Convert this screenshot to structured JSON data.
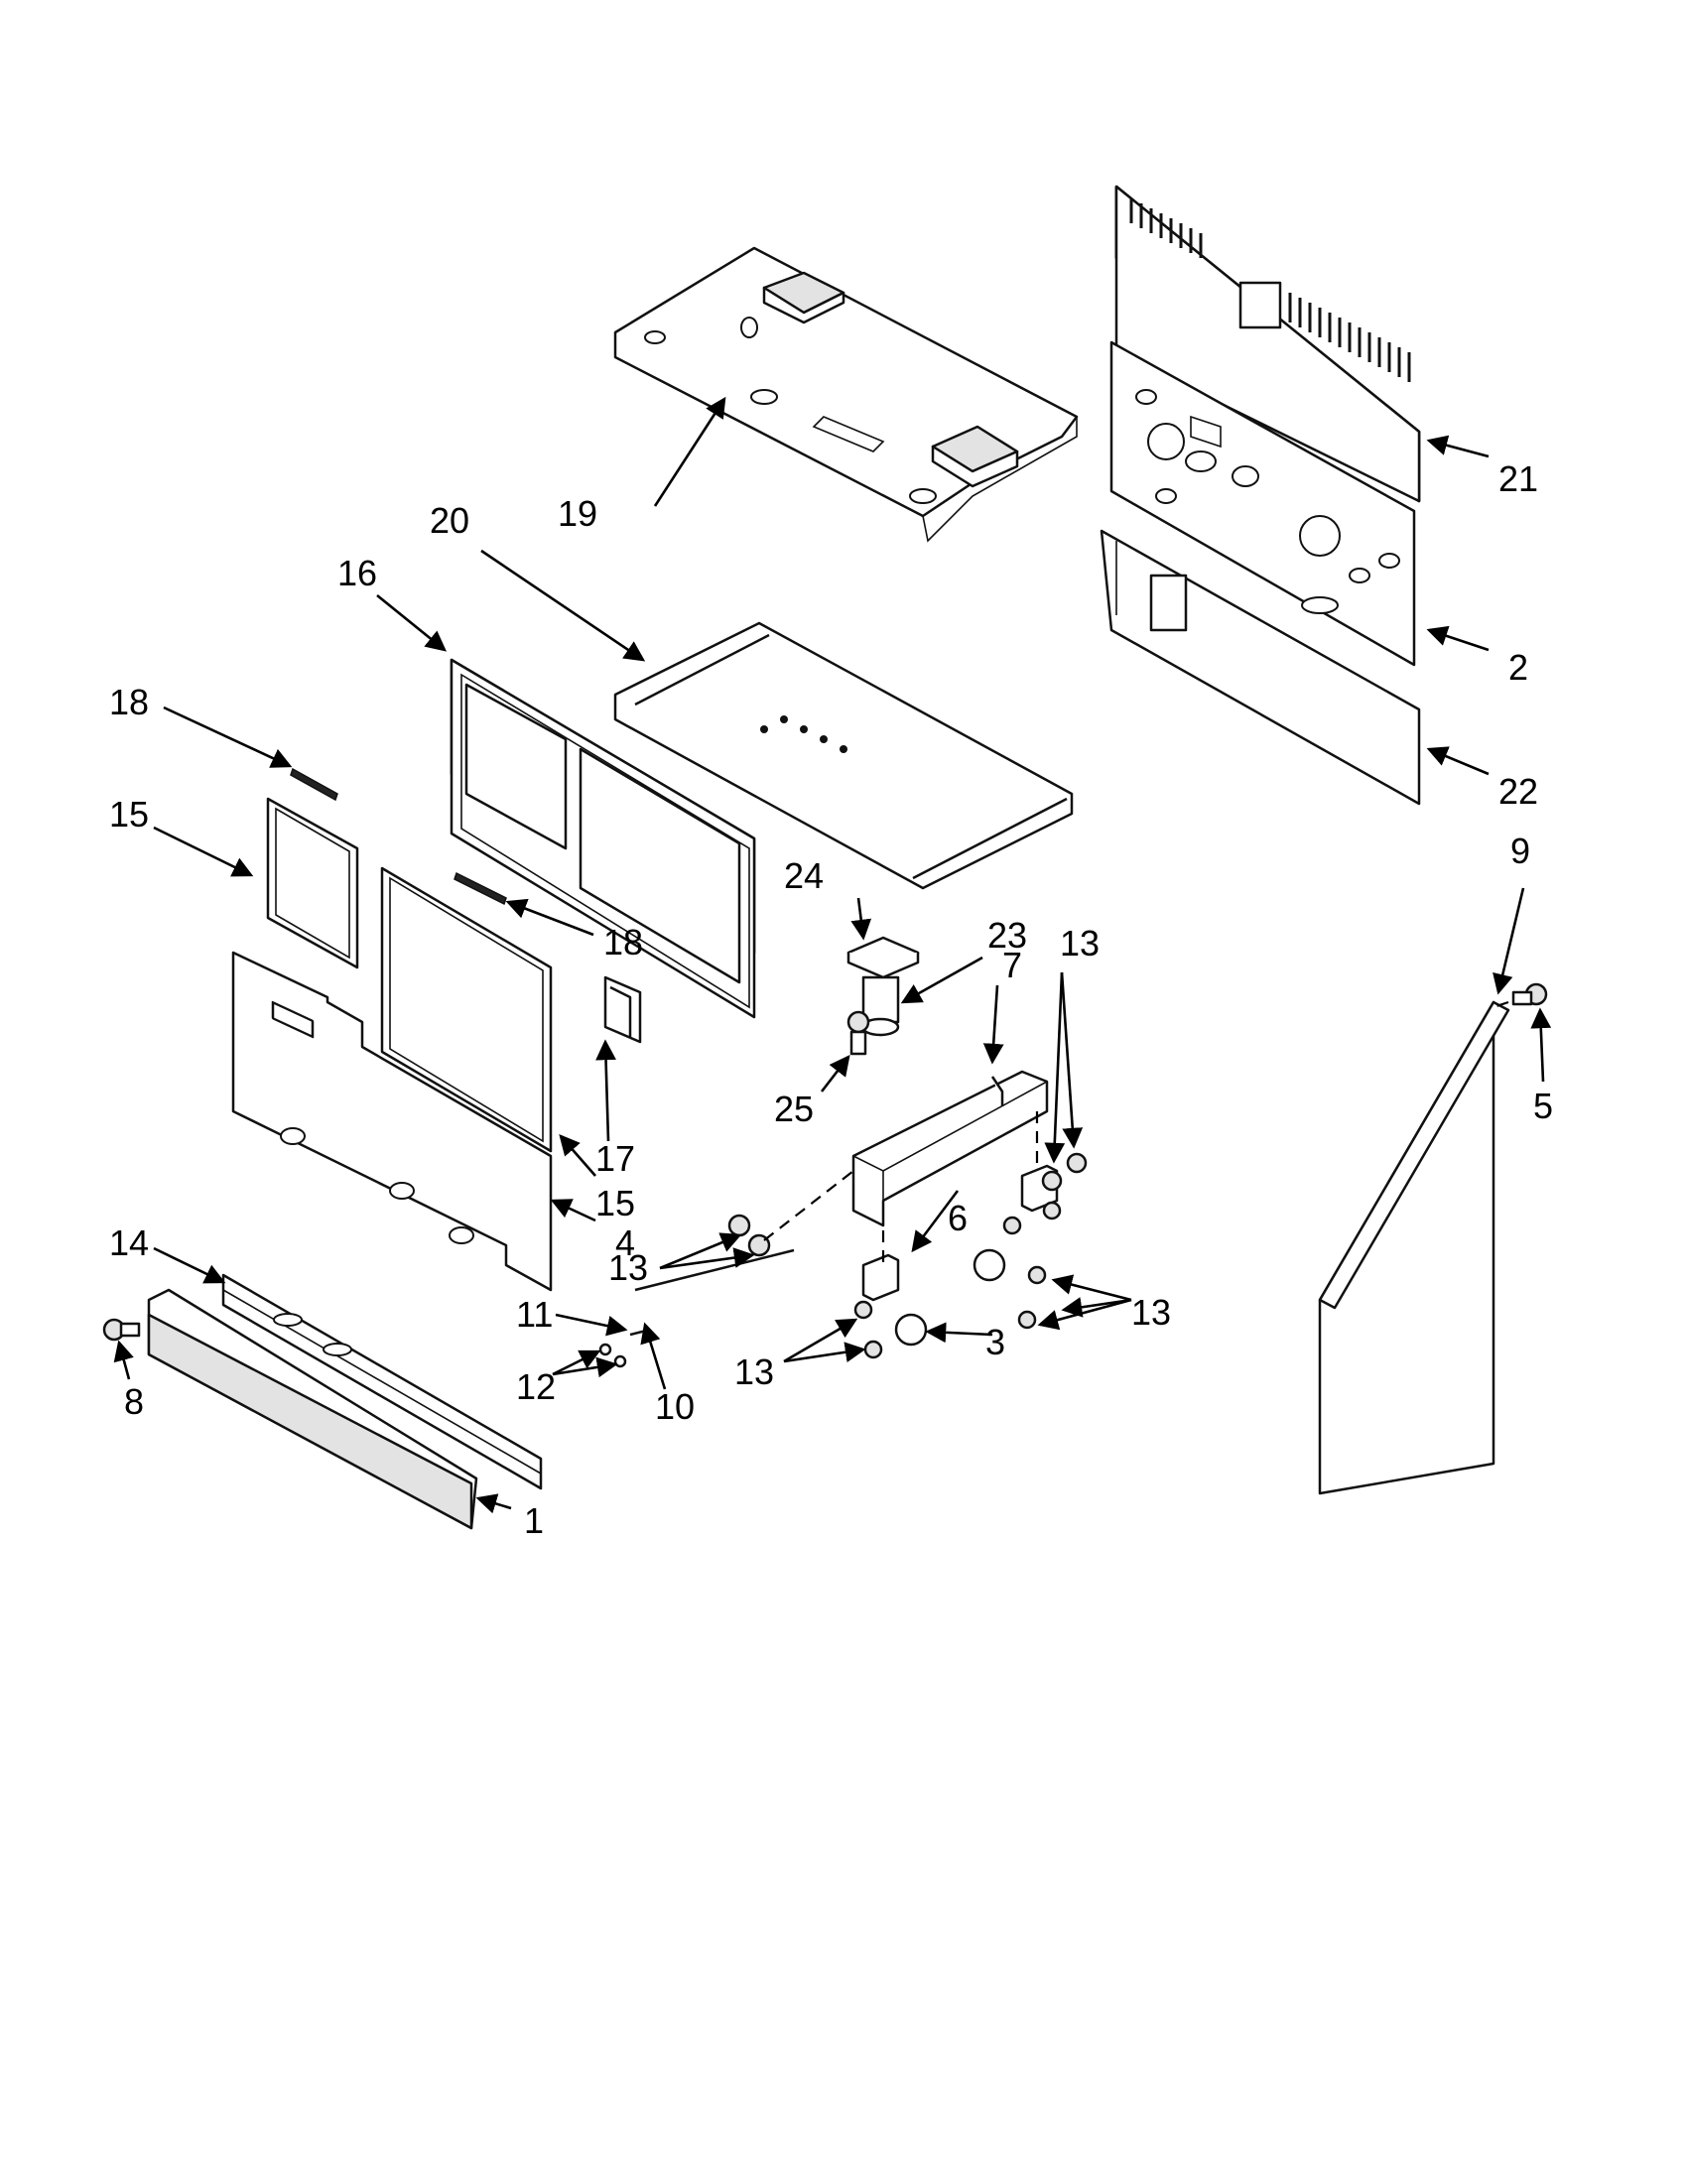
{
  "callouts": {
    "c1": "1",
    "c2": "2",
    "c3": "3",
    "c4": "4",
    "c5": "5",
    "c6": "6",
    "c7": "7",
    "c8": "8",
    "c9": "9",
    "c10": "10",
    "c11": "11",
    "c12": "12",
    "c13a": "13",
    "c13b": "13",
    "c13c": "13",
    "c13d": "13",
    "c14": "14",
    "c15a": "15",
    "c15b": "15",
    "c16": "16",
    "c17": "17",
    "c18a": "18",
    "c18b": "18",
    "c19": "19",
    "c20": "20",
    "c21": "21",
    "c22": "22",
    "c23": "23",
    "c24": "24",
    "c25": "25"
  },
  "parts": [
    "top-panel-19",
    "rear-panel-21",
    "rear-panel-2",
    "rear-panel-22",
    "frame-16",
    "tray-20",
    "gasket-15a",
    "gasket-15b",
    "gasket-18a",
    "gasket-18b",
    "rear-panel-4",
    "bracket-17",
    "leveling-leg-24",
    "leveling-leg-23",
    "bracket-7",
    "caster-brackets-6",
    "casters-3",
    "side-panel-9",
    "kick-panel-1",
    "kick-rail-14",
    "rod-10",
    "pin-11",
    "washers-12",
    "screw-8",
    "screw-5",
    "screws-13",
    "screw-25"
  ]
}
